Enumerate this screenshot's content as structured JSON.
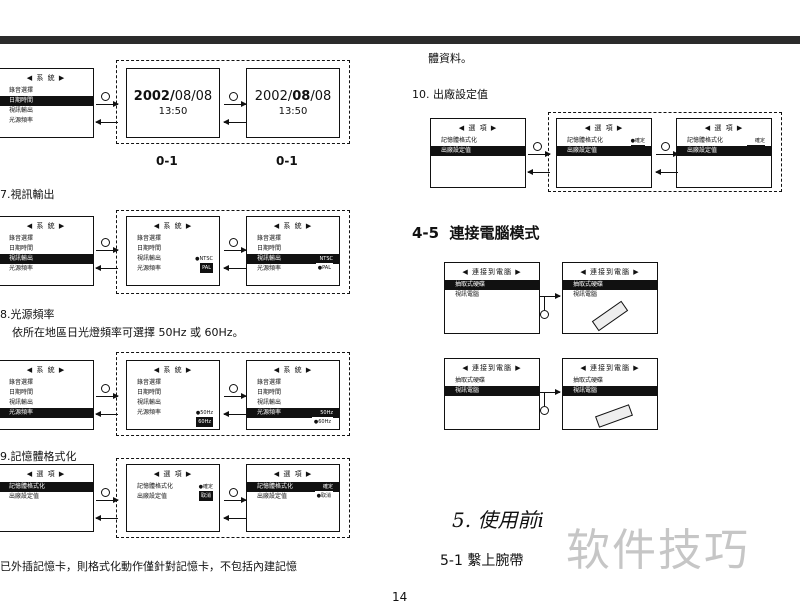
{
  "left": {
    "system_screens": {
      "main": {
        "title": "◀ 系 統 ▶",
        "rows": [
          "錄音選擇",
          "日期時間",
          "視訊輸出",
          "光源頻率"
        ],
        "selected": 1
      },
      "date_screens": [
        {
          "date_prefix": "2002/",
          "date_rest": "08/08",
          "time": "13:50"
        },
        {
          "date_prefix": "2002/",
          "date_mid": "08",
          "date_rest": "/08",
          "time": "13:50"
        }
      ],
      "labels": [
        "0-1",
        "0-1"
      ]
    },
    "item7": {
      "heading": "7.視訊輸出",
      "main": {
        "title": "◀ 系 統 ▶",
        "rows": [
          "錄音選擇",
          "日期時間",
          "視訊輸出",
          "光源頻率"
        ],
        "selected": 2
      },
      "screen2": {
        "title": "◀ 系 統 ▶",
        "rows": [
          "錄音選擇",
          "日期時間",
          "視訊輸出",
          "光源頻率"
        ],
        "selected": -1,
        "opt_row": 2,
        "opt_text": "●NTSC",
        "opt2_text": "PAL"
      },
      "screen3": {
        "title": "◀ 系 統 ▶",
        "rows": [
          "錄音選擇",
          "日期時間",
          "視訊輸出",
          "光源頻率"
        ],
        "selected": 2,
        "opt_row": 2,
        "opt_text": "NTSC",
        "opt2_text": "●PAL"
      }
    },
    "item8": {
      "heading": "8.光源頻率",
      "description": "依所在地區日光燈頻率可選擇 50Hz 或 60Hz。",
      "main": {
        "title": "◀ 系 統 ▶",
        "rows": [
          "錄音選擇",
          "日期時間",
          "視訊輸出",
          "光源頻率"
        ],
        "selected": 3
      },
      "screen2": {
        "title": "◀ 系 統 ▶",
        "rows": [
          "錄音選擇",
          "日期時間",
          "視訊輸出",
          "光源頻率"
        ],
        "selected": -1,
        "opt_text": "●50Hz",
        "opt2_text": "60Hz"
      },
      "screen3": {
        "title": "◀ 系 統 ▶",
        "rows": [
          "錄音選擇",
          "日期時間",
          "視訊輸出",
          "光源頻率"
        ],
        "selected": 3,
        "opt_text": "50Hz",
        "opt2_text": "●60Hz"
      }
    },
    "item9": {
      "heading": "9.記憶體格式化",
      "main": {
        "title": "◀ 選 項 ▶",
        "rows": [
          "記憶體格式化",
          "出廠設定值"
        ],
        "selected": 0
      },
      "screen2": {
        "title": "◀ 選 項 ▶",
        "rows": [
          "記憶體格式化",
          "出廠設定值"
        ],
        "selected": -1,
        "opt_text": "●確定",
        "opt2_text": "取消"
      },
      "screen3": {
        "title": "◀ 選 項 ▶",
        "rows": [
          "記憶體格式化",
          "出廠設定值"
        ],
        "selected": 0,
        "opt_text": "確定",
        "opt2_text": "●取消"
      }
    },
    "footnote": "已外插記憶卡，則格式化動作僅針對記憶卡，不包括內建記憶"
  },
  "right": {
    "continued_text": "體資料。",
    "item10": {
      "heading": "10. 出廠設定值",
      "main": {
        "title": "◀ 選 項 ▶",
        "rows": [
          "記憶體格式化",
          "出廠設定值"
        ],
        "selected": 1
      },
      "screen2": {
        "title": "◀ 選 項 ▶",
        "rows": [
          "記憶體格式化",
          "出廠設定值"
        ],
        "selected": 1,
        "opt_text": "●確定",
        "opt2_text": "取消"
      },
      "screen3": {
        "title": "◀ 選 項 ▶",
        "rows": [
          "記憶體格式化",
          "出廠設定值"
        ],
        "selected": 1,
        "opt_text": "確定",
        "opt2_text": "●取消"
      }
    },
    "section45": {
      "heading": "4-5  連接電腦模式",
      "pairs": [
        {
          "a": {
            "title": "◀ 連接到電腦 ▶",
            "rows": [
              "抽取式硬碟",
              "視訊電腦"
            ],
            "selected": 0
          },
          "b": {
            "title": "◀ 連接到電腦 ▶",
            "rows": [
              "抽取式硬碟",
              "視訊電腦"
            ],
            "selected": 0
          }
        },
        {
          "a": {
            "title": "◀ 連接到電腦 ▶",
            "rows": [
              "抽取式硬碟",
              "視訊電腦"
            ],
            "selected": 1
          },
          "b": {
            "title": "◀ 連接到電腦 ▶",
            "rows": [
              "抽取式硬碟",
              "視訊電腦"
            ],
            "selected": 1
          }
        }
      ]
    },
    "section5": {
      "heading": "5. 使用前i"
    },
    "section51": {
      "heading": "5-1 繫上腕帶"
    },
    "watermark": "软件技巧"
  },
  "page_number": "14"
}
